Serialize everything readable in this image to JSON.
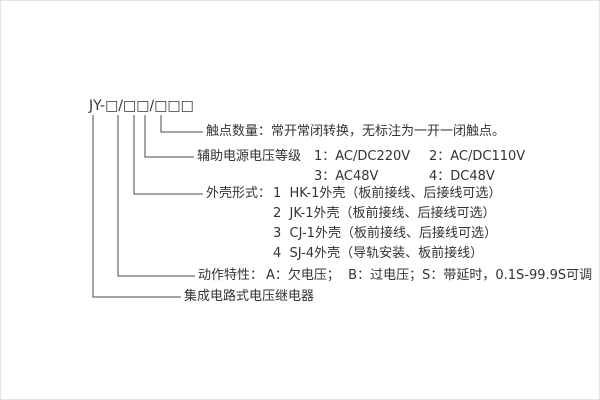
{
  "colors": {
    "line": "#4a4a4a",
    "text": "#333333"
  },
  "model": {
    "code": "JY-□/□□/□□□"
  },
  "annotations": {
    "contact_count": "触点数量：常开常闭转换，无标注为一开一闭触点。",
    "aux_voltage": {
      "label": "辅助电源电压等级",
      "row1": [
        "1：AC/DC220V",
        "2：AC/DC110V"
      ],
      "row2": [
        "3：AC48V",
        "4：DC48V"
      ]
    },
    "case_type": {
      "label": "外壳形式：",
      "options": [
        "1  HK-1外壳（板前接线、后接线可选）",
        "2  JK-1外壳（板前接线、后接线可选）",
        "3  CJ-1外壳（板前接线、后接线可选）",
        "4  SJ-4外壳（导轨安装、板前接线）"
      ]
    },
    "action": {
      "label": "动作特性：",
      "text": "A：欠电压；  B：过电压；S：带延时，0.1S-99.9S可调"
    },
    "series_name": "集成电路式电压继电器"
  }
}
